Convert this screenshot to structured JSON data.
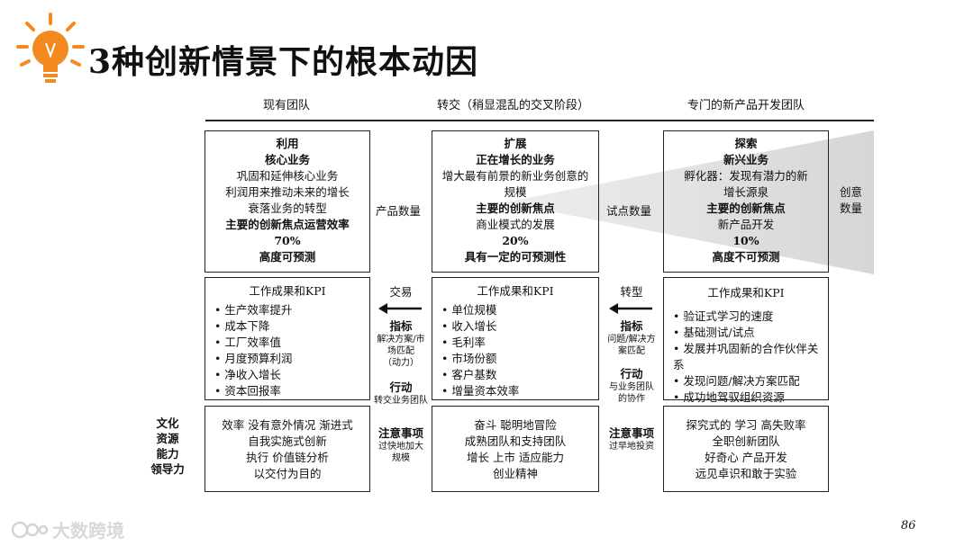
{
  "title": "3种创新情景下的根本动因",
  "columns": {
    "left": "现有团队",
    "middle": "转交（稍显混乱的交叉阶段）",
    "right": "专门的新产品开发团队"
  },
  "top_boxes": {
    "left": {
      "heading": "利用",
      "subheading": "核心业务",
      "lines": [
        "巩固和延伸核心业务",
        "利润用来推动未来的增长",
        "衰落业务的转型"
      ],
      "focus": "主要的创新焦点运营效率",
      "percent": "70%",
      "predictability": "高度可预测"
    },
    "middle": {
      "heading": "扩展",
      "subheading": "正在增长的业务",
      "lines": [
        "增大最有前景的新业务创意的",
        "规模"
      ],
      "focus": "主要的创新焦点",
      "lines2": [
        "商业模式的发展"
      ],
      "percent": "20%",
      "predictability": "具有一定的可预测性"
    },
    "right": {
      "heading": "探索",
      "subheading": "新兴业务",
      "lines": [
        "孵化器：发现有潜力的新",
        "增长源泉"
      ],
      "focus": "主要的创新焦点",
      "lines2": [
        "新产品开发"
      ],
      "percent": "10%",
      "predictability": "高度不可预测"
    }
  },
  "between_labels": {
    "product_count": "产品数量",
    "pilot_count": "试点数量",
    "idea_count_1": "创意",
    "idea_count_2": "数量"
  },
  "kpi_boxes": {
    "header": "工作成果和KPI",
    "left": [
      "生产效率提升",
      "成本下降",
      "工厂效率值",
      "月度预算利润",
      "净收入增长",
      "资本回报率"
    ],
    "middle": [
      "单位规模",
      "收入增长",
      "毛利率",
      "市场份额",
      "客户基数",
      "增量资本效率"
    ],
    "right": [
      "验证式学习的速度",
      "基础测试/试点",
      "发展并巩固新的合作伙伴关系",
      "发现问题/解决方案匹配",
      "成功地驾驭组织资源"
    ]
  },
  "mid_left": {
    "label": "交易",
    "metric": "指标",
    "metric_desc": [
      "解决方案/市",
      "场匹配",
      "（动力）"
    ],
    "action": "行动",
    "action_desc": "转交业务团队"
  },
  "mid_right": {
    "label": "转型",
    "metric": "指标",
    "metric_desc": [
      "问题/解决方",
      "案匹配"
    ],
    "action": "行动",
    "action_desc": [
      "与业务团队",
      "的协作"
    ]
  },
  "culture_label": [
    "文化",
    "资源",
    "能力",
    "领导力"
  ],
  "culture_boxes": {
    "left": [
      "效率  没有意外情况  渐进式",
      "自我实施式创新",
      "执行    价值链分析",
      "以交付为目的"
    ],
    "middle": [
      "奋斗    聪明地冒险",
      "成熟团队和支持团队",
      "增长    上市    适应能力",
      "创业精神"
    ],
    "right": [
      "探究式的    学习    高失败率",
      "全职创新团队",
      "好奇心    产品开发",
      "远见卓识和敢于实验"
    ]
  },
  "caution_left": {
    "heading": "注意事项",
    "desc": [
      "过快地加大",
      "规模"
    ]
  },
  "caution_right": {
    "heading": "注意事项",
    "desc": "过早地投资"
  },
  "watermark": "大数跨境",
  "page_number": "86"
}
